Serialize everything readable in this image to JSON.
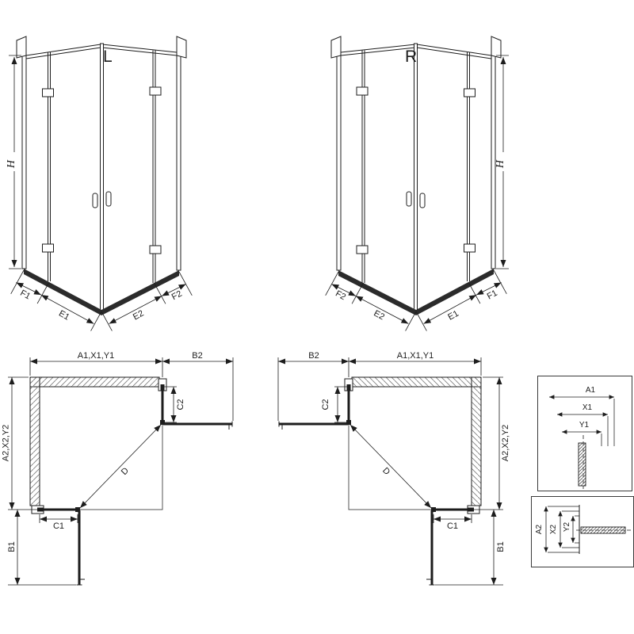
{
  "colors": {
    "ink": "#1d1d1d",
    "hatch": "#808080",
    "background": "#ffffff"
  },
  "iso_left": {
    "variant_label": "L",
    "dim_height": "H",
    "dim_f1": "F1",
    "dim_e1": "E1",
    "dim_e2": "E2",
    "dim_f2": "F2"
  },
  "iso_right": {
    "variant_label": "R",
    "dim_height": "H",
    "dim_f1": "F1",
    "dim_e1": "E1",
    "dim_e2": "E2",
    "dim_f2": "F2"
  },
  "plan_left": {
    "dim_width_top": "A1,X1,Y1",
    "dim_door_top": "B2",
    "dim_fixed_top": "C2",
    "dim_depth_side": "A2,X2,Y2",
    "dim_door_side": "B1",
    "dim_fixed_bottom": "C1",
    "dim_diagonal": "D"
  },
  "plan_right": {
    "dim_width_top": "A1,X1,Y1",
    "dim_door_top": "B2",
    "dim_fixed_top": "C2",
    "dim_depth_side": "A2,X2,Y2",
    "dim_door_side": "B1",
    "dim_fixed_bottom": "C1",
    "dim_diagonal": "D"
  },
  "detail_wall_profile": {
    "dim_a1": "A1",
    "dim_x1": "X1",
    "dim_y1": "Y1"
  },
  "detail_floor_profile": {
    "dim_a2": "A2",
    "dim_x2": "X2",
    "dim_y2": "Y2"
  }
}
